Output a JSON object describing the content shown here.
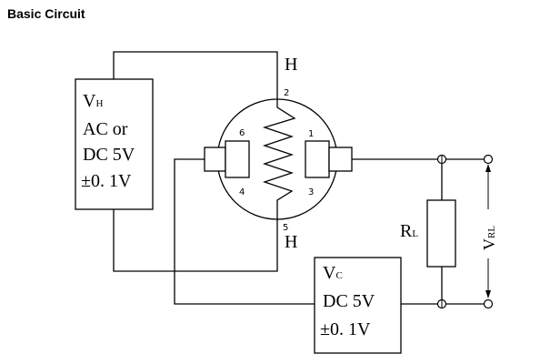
{
  "heading": "Basic Circuit",
  "diagram": {
    "heater_supply": {
      "symbol_main": "V",
      "symbol_sub": "H",
      "line1": "AC or",
      "line2": "DC 5V",
      "line3": "±0. 1V"
    },
    "circuit_supply": {
      "symbol_main": "V",
      "symbol_sub": "C",
      "line1": "DC 5V",
      "line2": "±0. 1V"
    },
    "sensor": {
      "pins": [
        "1",
        "2",
        "3",
        "4",
        "5",
        "6"
      ],
      "heater_top": "H",
      "heater_bottom": "H"
    },
    "load_resistor": {
      "main": "R",
      "sub": "L"
    },
    "output_voltage": {
      "main": "V",
      "sub": "RL"
    }
  }
}
